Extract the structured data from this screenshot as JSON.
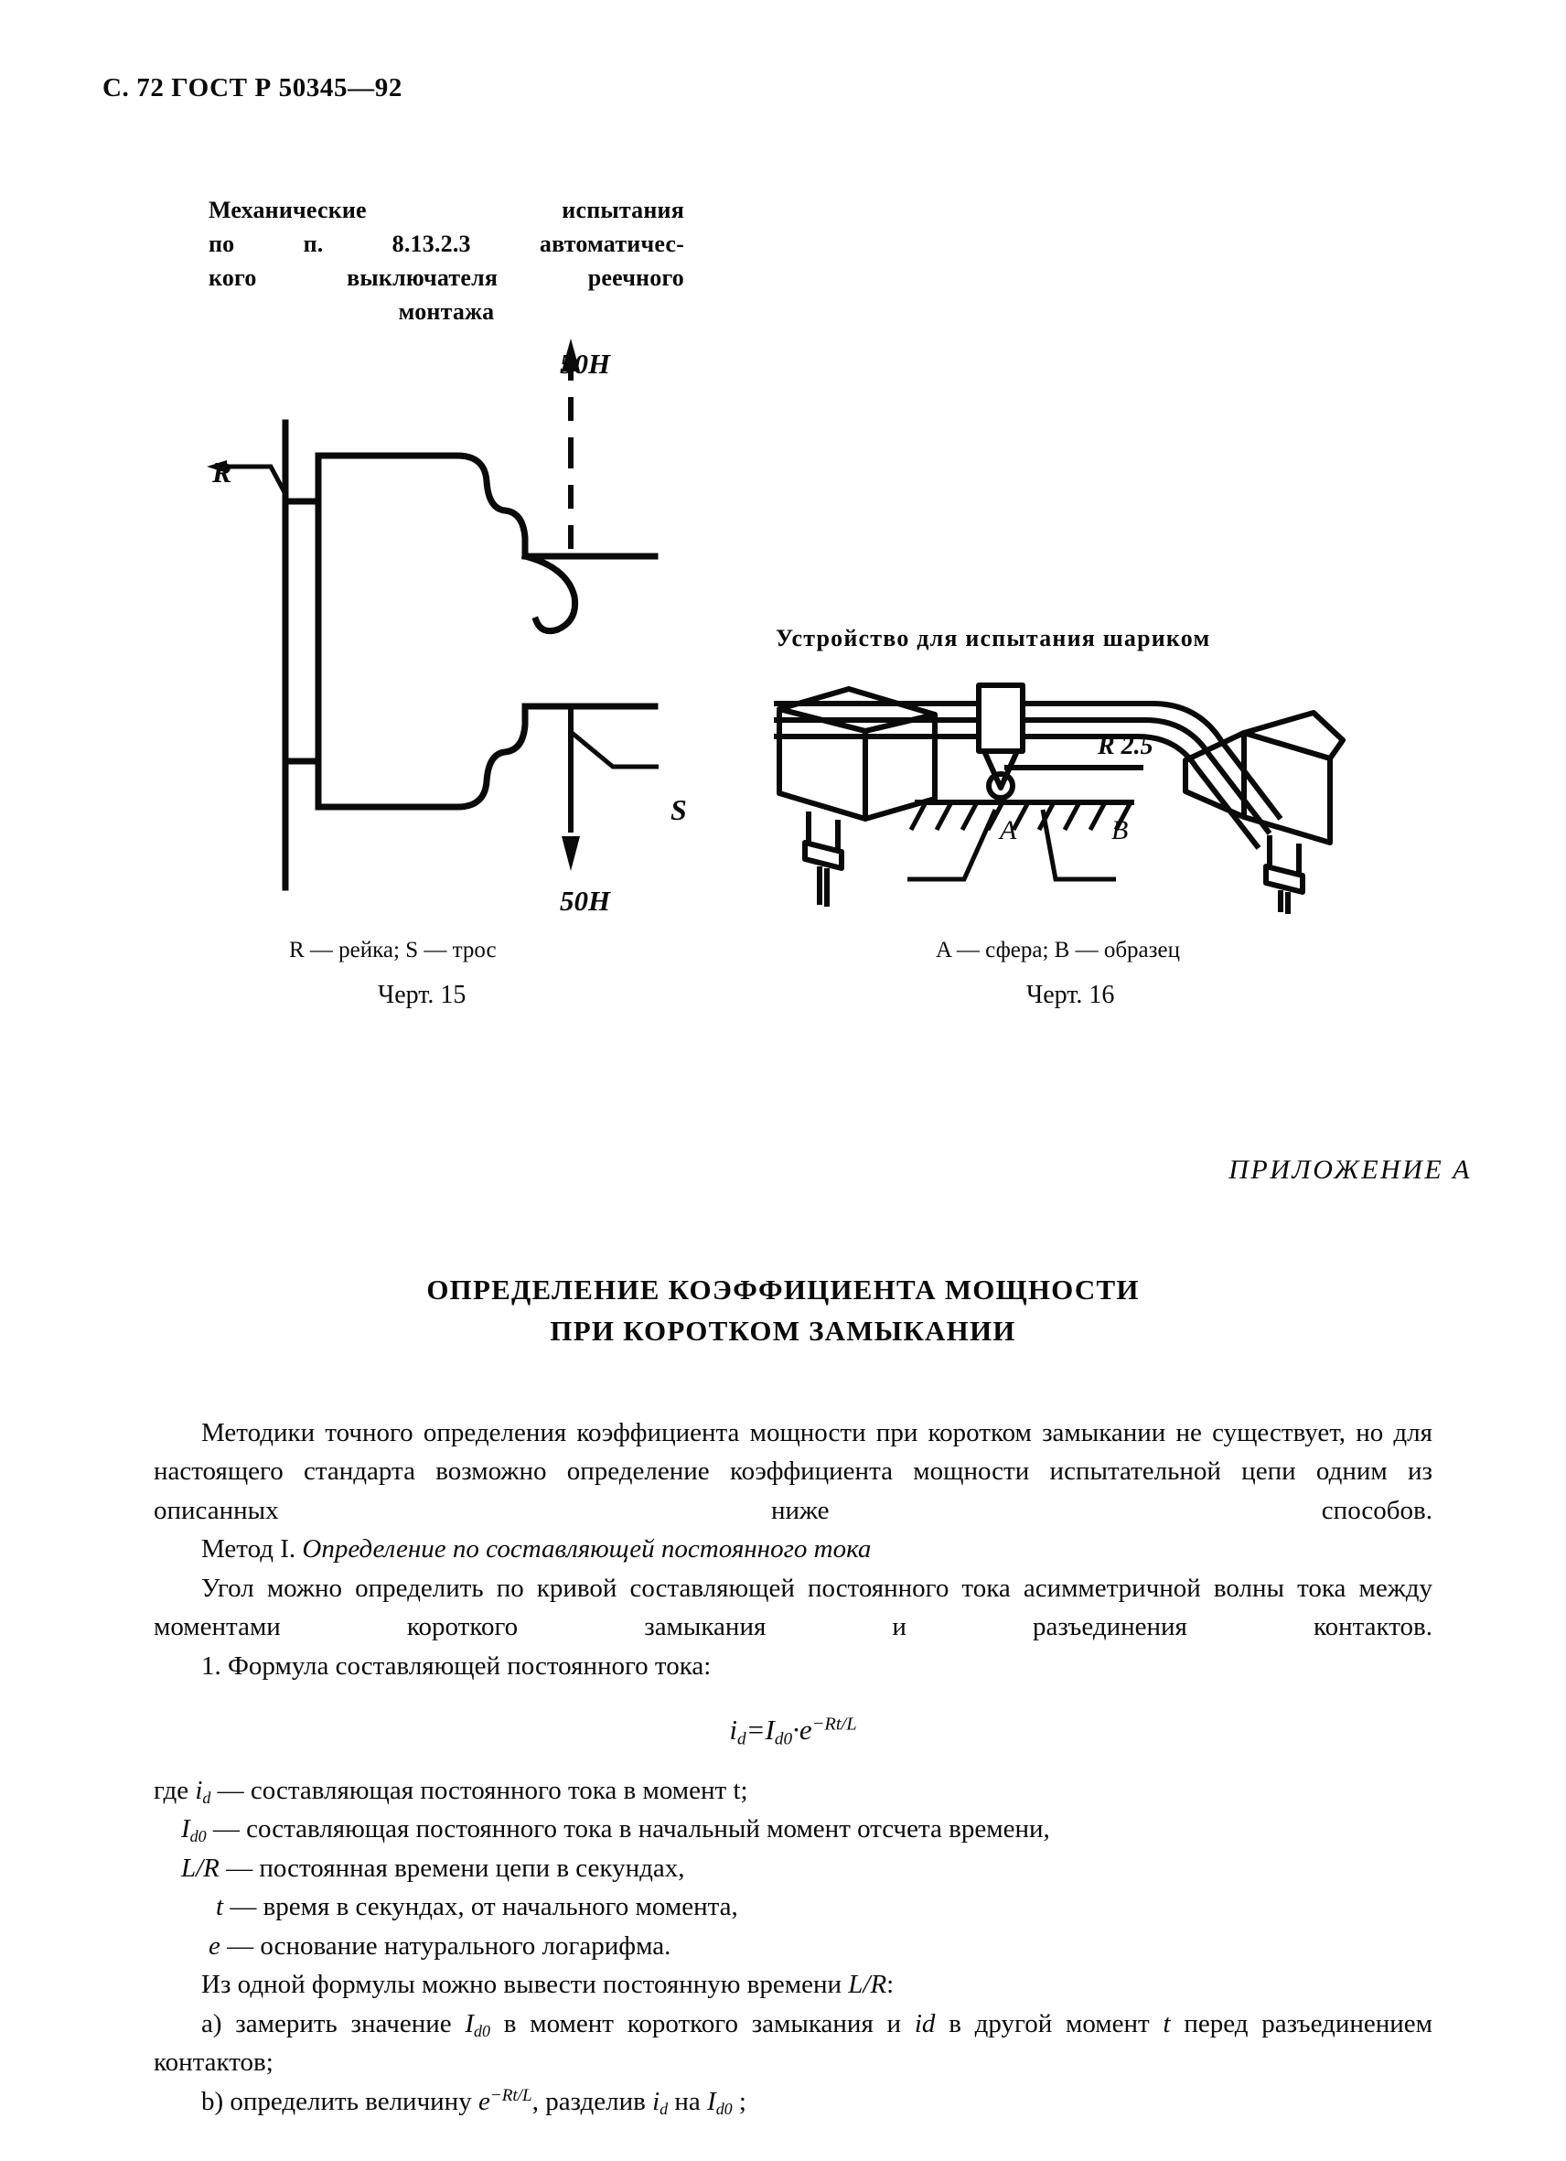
{
  "header": {
    "page_marker": "С. 72 ГОСТ Р 50345—92"
  },
  "figure15": {
    "title_line1": "Механические испытания",
    "title_line2": "по п. 8.13.2.3 автоматичес-",
    "title_line3": "кого выключателя реечного",
    "title_line4": "монтажа",
    "force_top": "50Н",
    "force_bottom": "50Н",
    "label_r": "R",
    "label_s": "S",
    "legend": "R — рейка;  S — трос",
    "number": "Черт. 15"
  },
  "figure16": {
    "title": "Устройство для испытания шариком",
    "label_radius": "R 2.5",
    "label_a": "A",
    "label_b": "B",
    "legend": "A — сфера; B — образец",
    "number": "Черт. 16"
  },
  "appendix": {
    "label": "ПРИЛОЖЕНИЕ  А",
    "heading_line1": "ОПРЕДЕЛЕНИЕ  КОЭФФИЦИЕНТА МОЩНОСТИ",
    "heading_line2": "ПРИ КОРОТКОМ ЗАМЫКАНИИ"
  },
  "body": {
    "para1": "Методики точного определения коэффициента мощности при коротком замыкании не существует, но для настоящего стандарта возможно определение коэффициента мощности испытательной цепи одним из описанных ниже способов.",
    "method1_prefix": "Метод I. ",
    "method1_italic": "Определение по составляющей постоянного тока",
    "para2": "Угол можно определить по кривой составляющей постоянного тока асимметричной волны тока между моментами короткого замыкания и разъединения контактов.",
    "item1": "1. Формула составляющей постоянного тока:",
    "formula_html": "i d = I d0 · e −Rt/L",
    "def1_pre": "где ",
    "def1_sym": "i",
    "def1_sub": "d",
    "def1_text": " — составляющая постоянного тока в момент t;",
    "def2_sym": "I",
    "def2_sub": "d0",
    "def2_text": " — составляющая постоянного тока   в начальный момент отсчета времени,",
    "def3_sym": "L/R",
    "def3_text": " — постоянная времени цепи в секундах,",
    "def4_sym": "t",
    "def4_text": " — время в секундах, от начального момента,",
    "def5_sym": "e",
    "def5_text": " — основание натурального логарифма.",
    "para3_a": "Из одной формулы можно вывести постоянную времени ",
    "para3_b": "L/R",
    "para3_c": ":",
    "item_a_1": "а) замерить  значение ",
    "item_a_2": "I",
    "item_a_2sub": "d0",
    "item_a_3": "  в момент короткого замыкания и ",
    "item_a_4": "id",
    "item_a_5": " в другой  момент ",
    "item_a_6": "t",
    "item_a_7": " перед разъединением контактов;",
    "item_b_1": "b) определить величину ",
    "item_b_2": "e",
    "item_b_2sup": "−Rt/L",
    "item_b_3": ", разделив ",
    "item_b_4": "i",
    "item_b_4sub": "d",
    "item_b_5": " на ",
    "item_b_6": "I",
    "item_b_6sub": "d0",
    "item_b_7": " ;"
  },
  "colors": {
    "ink": "#0a0a0a",
    "paper": "#ffffff"
  }
}
